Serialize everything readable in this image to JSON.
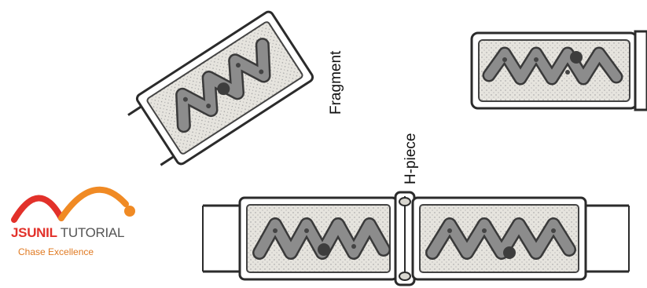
{
  "labels": {
    "fragment": "Fragment",
    "h_piece": "H-piece"
  },
  "logo": {
    "brand": "JSUNIL",
    "rest": " TUTORIAL",
    "tagline": "Chase Excellence"
  },
  "colors": {
    "outline": "#2b2b2b",
    "cytoplasm": "#e4e2dc",
    "chloroplast": "#8a8a8a",
    "logo_red": "#e2312a",
    "logo_orange": "#f08a24"
  }
}
